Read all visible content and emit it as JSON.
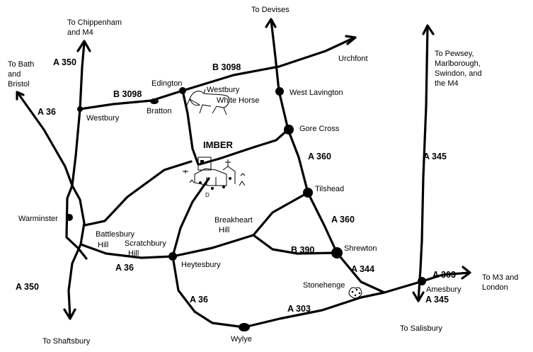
{
  "map": {
    "destinations": {
      "chippenham": [
        "To Chippenham",
        "and M4"
      ],
      "bath": [
        "To Bath",
        "and",
        "Bristol"
      ],
      "devises": "To Devises",
      "urchfont": "Urchfont",
      "pewsey": [
        "To Pewsey,",
        "Marlborough,",
        "Swindon, and",
        "the M4"
      ],
      "london": [
        "To M3 and",
        "London"
      ],
      "salisbury": "To Salisbury",
      "shaftsbury": "To Shaftsbury"
    },
    "towns": {
      "westbury": "Westbury",
      "bratton": "Bratton",
      "edington": "Edington",
      "white_horse": [
        "Westbury",
        "White Horse"
      ],
      "west_lavington": "West Lavington",
      "gore_cross": "Gore Cross",
      "imber": "IMBER",
      "tilshead": "Tilshead",
      "warminster": "Warminster",
      "battlesbury": [
        "Battlesbury",
        "Hill"
      ],
      "scratchbury": [
        "Scratchbury",
        "Hill"
      ],
      "breakheart": [
        "Breakheart",
        "Hill"
      ],
      "heytesbury": "Heytesbury",
      "shrewton": "Shrewton",
      "stonehenge": "Stonehenge",
      "amesbury": "Amesbury",
      "wylye": "Wylye"
    },
    "roads": {
      "a350_north": "A 350",
      "a36_nw": "A 36",
      "b3098_west": "B 3098",
      "b3098_east": "B 3098",
      "a360_north": "A 360",
      "a360_south": "A 360",
      "a345_north": "A 345",
      "a345_south": "A 345",
      "a303_east": "A 303",
      "a303_south": "A 303",
      "a344": "A 344",
      "b390": "B 390",
      "a36_mid": "A 36",
      "a36_south": "A 36",
      "a350_south": "A 350"
    }
  }
}
